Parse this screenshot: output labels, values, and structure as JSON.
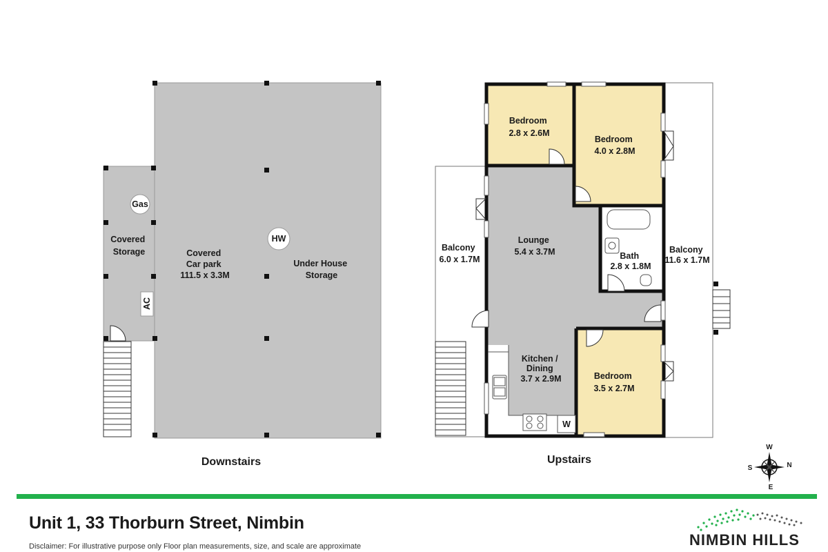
{
  "downstairs": {
    "caption": "Downstairs",
    "covered_storage": [
      "Covered",
      "Storage"
    ],
    "car_park": [
      "Covered",
      "Car park",
      "111.5 x 3.3M"
    ],
    "under_house": [
      "Under House",
      "Storage"
    ],
    "gas": "Gas",
    "hw": "HW",
    "ac": "AC"
  },
  "upstairs": {
    "caption": "Upstairs",
    "bedroom1": [
      "Bedroom",
      "2.8 x 2.6M"
    ],
    "bedroom2": [
      "Bedroom",
      "4.0 x 2.8M"
    ],
    "bedroom3": [
      "Bedroom",
      "3.5 x 2.7M"
    ],
    "lounge": [
      "Lounge",
      "5.4 x 3.7M"
    ],
    "kitchen": [
      "Kitchen /",
      "Dining",
      "3.7 x 2.9M"
    ],
    "bath": [
      "Bath",
      "2.8 x 1.8M"
    ],
    "balcony_west": [
      "Balcony",
      "6.0 x 1.7M"
    ],
    "balcony_east": [
      "Balcony",
      "11.6 x 1.7M"
    ],
    "w": "W"
  },
  "compass": {
    "n": "N",
    "s": "S",
    "e": "E",
    "w": "W"
  },
  "footer": {
    "address": "Unit 1, 33 Thorburn Street, Nimbin",
    "disclaimer": "Disclaimer: For illustrative purpose only Floor plan measurements, size, and scale are approximate",
    "logo_text": "NIMBIN HILLS"
  },
  "colors": {
    "floor": "#c4c4c4",
    "bedroom": "#f7e8b4",
    "wall": "#111111",
    "accent": "#22b14c"
  }
}
